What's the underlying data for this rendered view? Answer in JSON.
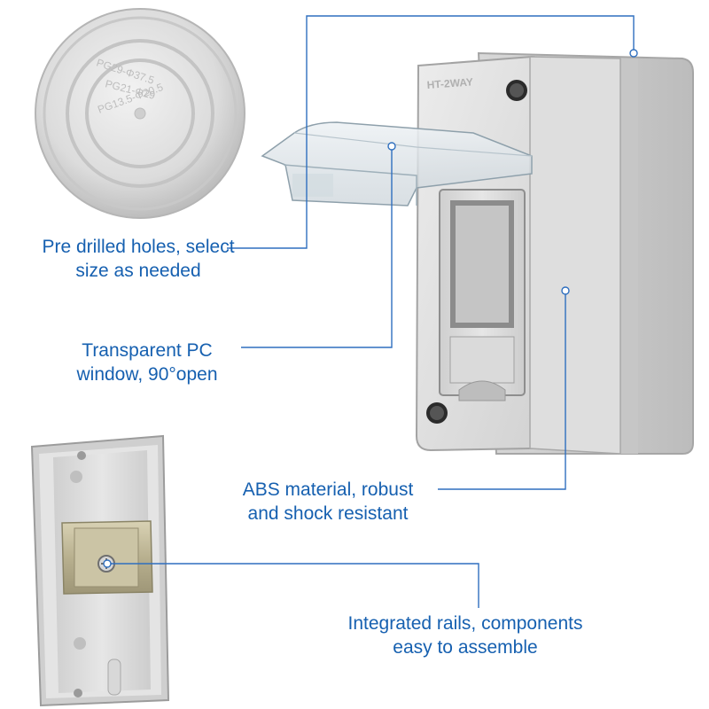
{
  "colors": {
    "callout_line": "#2f6fbf",
    "callout_text": "#1660b0",
    "plastic_light": "#e9e9e9",
    "plastic_mid": "#cfcfcf",
    "plastic_dark": "#9a9a9a"
  },
  "knockout_cap": {
    "rings": [
      "PG29-Φ37.5",
      "PG21-Φ29",
      "PG13.5-Φ20.5"
    ]
  },
  "enclosure": {
    "brand_mark": "HT-2WAY"
  },
  "callouts": {
    "pre_drilled": {
      "line1": "Pre drilled holes, select",
      "line2": "size as needed"
    },
    "transparent": {
      "line1": "Transparent PC",
      "line2": "window, 90°open"
    },
    "abs": {
      "line1": "ABS material, robust",
      "line2": "and shock resistant"
    },
    "rails": {
      "line1": "Integrated rails, components",
      "line2": "easy to assemble"
    }
  }
}
